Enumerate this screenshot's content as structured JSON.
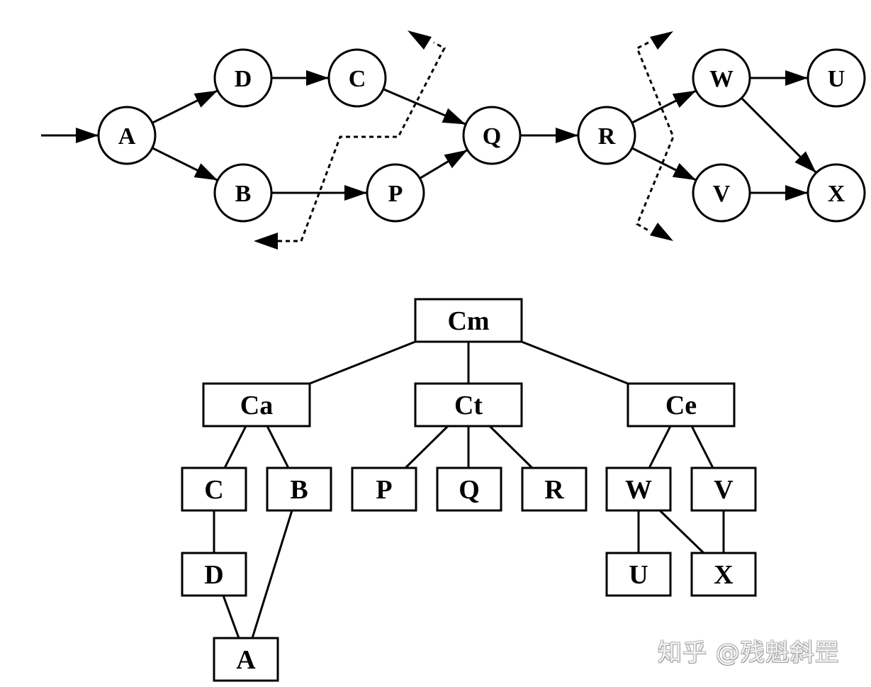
{
  "flow_graph": {
    "nodes": [
      {
        "id": "A",
        "label": "A"
      },
      {
        "id": "D",
        "label": "D"
      },
      {
        "id": "C",
        "label": "C"
      },
      {
        "id": "B",
        "label": "B"
      },
      {
        "id": "P",
        "label": "P"
      },
      {
        "id": "Q",
        "label": "Q"
      },
      {
        "id": "R",
        "label": "R"
      },
      {
        "id": "W",
        "label": "W"
      },
      {
        "id": "U",
        "label": "U"
      },
      {
        "id": "V",
        "label": "V"
      },
      {
        "id": "X",
        "label": "X"
      }
    ],
    "entry_edge": {
      "to": "A"
    },
    "edges": [
      {
        "from": "A",
        "to": "D"
      },
      {
        "from": "A",
        "to": "B"
      },
      {
        "from": "D",
        "to": "C"
      },
      {
        "from": "B",
        "to": "P"
      },
      {
        "from": "C",
        "to": "Q"
      },
      {
        "from": "P",
        "to": "Q"
      },
      {
        "from": "Q",
        "to": "R"
      },
      {
        "from": "R",
        "to": "W"
      },
      {
        "from": "R",
        "to": "V"
      },
      {
        "from": "W",
        "to": "U"
      },
      {
        "from": "W",
        "to": "X"
      },
      {
        "from": "V",
        "to": "X"
      }
    ],
    "cut_lines": [
      {
        "name": "left-partition-cut",
        "style": "dashed",
        "separates": [
          "A",
          "B",
          "C",
          "D"
        ],
        "from_rest": [
          "P",
          "Q",
          "R"
        ]
      },
      {
        "name": "right-partition-cut",
        "style": "dashed",
        "separates": [
          "P",
          "Q",
          "R"
        ],
        "from_rest": [
          "W",
          "V",
          "U",
          "X"
        ]
      }
    ]
  },
  "tree": {
    "nodes": [
      {
        "id": "Cm",
        "label": "Cm"
      },
      {
        "id": "Ca",
        "label": "Ca"
      },
      {
        "id": "Ct",
        "label": "Ct"
      },
      {
        "id": "Ce",
        "label": "Ce"
      },
      {
        "id": "tC",
        "label": "C"
      },
      {
        "id": "tB",
        "label": "B"
      },
      {
        "id": "tP",
        "label": "P"
      },
      {
        "id": "tQ",
        "label": "Q"
      },
      {
        "id": "tR",
        "label": "R"
      },
      {
        "id": "tW",
        "label": "W"
      },
      {
        "id": "tV",
        "label": "V"
      },
      {
        "id": "tD",
        "label": "D"
      },
      {
        "id": "tU",
        "label": "U"
      },
      {
        "id": "tX",
        "label": "X"
      },
      {
        "id": "tA",
        "label": "A"
      }
    ],
    "edges": [
      {
        "from": "Cm",
        "to": "Ca"
      },
      {
        "from": "Cm",
        "to": "Ct"
      },
      {
        "from": "Cm",
        "to": "Ce"
      },
      {
        "from": "Ca",
        "to": "tC"
      },
      {
        "from": "Ca",
        "to": "tB"
      },
      {
        "from": "Ct",
        "to": "tP"
      },
      {
        "from": "Ct",
        "to": "tQ"
      },
      {
        "from": "Ct",
        "to": "tR"
      },
      {
        "from": "Ce",
        "to": "tW"
      },
      {
        "from": "Ce",
        "to": "tV"
      },
      {
        "from": "tC",
        "to": "tD"
      },
      {
        "from": "tD",
        "to": "tA"
      },
      {
        "from": "tB",
        "to": "tA"
      },
      {
        "from": "tW",
        "to": "tU"
      },
      {
        "from": "tW",
        "to": "tX"
      },
      {
        "from": "tV",
        "to": "tX"
      }
    ]
  },
  "watermark": "知乎 @残魁斜罡"
}
